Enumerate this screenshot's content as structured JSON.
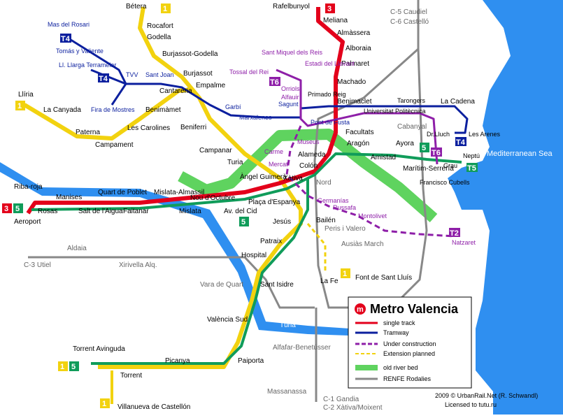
{
  "colors": {
    "sea": "#2f8ff0",
    "river": "#2f8ff0",
    "old_river_bed": "#5fd35f",
    "line1": "#f2d20f",
    "line3": "#e3001b",
    "line5": "#109c5a",
    "tram_t4": "#0b1f9e",
    "tram_t2_t6": "#8e1fa8",
    "renfe": "#888888"
  },
  "legend": {
    "logo": "m",
    "title": "Metro Valencia",
    "items": [
      "single track",
      "Tramway",
      "Under construction",
      "Extension planned",
      "old river bed",
      "RENFE Rodalies"
    ]
  },
  "credits": {
    "line1": "2009 © UrbanRail.Net (R. Schwandl)",
    "line2": "Licensed to tutu.ru"
  },
  "sea_label": "Mediterranean Sea",
  "river_label": "Túria",
  "badges": {
    "b1": "1",
    "b3": "3",
    "b4": "T4",
    "b5": "5",
    "b6": "T6",
    "b2": "T2",
    "b55": "T5"
  },
  "labels": {
    "line1": [
      "Bétera",
      "Rocafort",
      "Godella",
      "Burjassot-Godella",
      "Burjassot",
      "Empalme",
      "Cantareria",
      "Beniferri",
      "Benimàmet",
      "Les Carolines",
      "Campament",
      "Paterna",
      "La Canyada",
      "Llíria",
      "Campanar",
      "Turia",
      "Àngel Guimerà",
      "Xàtiva",
      "Colón",
      "Alameda",
      "Plaça d'Espanya",
      "Jesús",
      "Patraix",
      "Hospital",
      "Sant Isidre",
      "València Sud",
      "Paiporta",
      "Picanya",
      "Torrent",
      "Torrent Avinguda",
      "Villanueva de Castellón",
      "Font de Sant Lluís",
      "La Fe",
      "Ausiàs March",
      "Peris i Valero",
      "Bailén"
    ],
    "line3": [
      "Rafelbunyol",
      "Meliana",
      "Almàssera",
      "Alboraia",
      "Palmaret",
      "Machado",
      "Benimaclet",
      "Facultats",
      "Riba-roja",
      "Manises",
      "Quart de Poblet",
      "Mislata-Almassil",
      "Nou d'Octubre",
      "Rosas",
      "Salt de l'Aigua",
      "Faitanar",
      "Mislata",
      "Av. del Cid",
      "Aeroport"
    ],
    "line5": [
      "Aragón",
      "Amistad",
      "Ayora",
      "Marítim-Serrería",
      "Francisco Cubells",
      "Grau",
      "Neptú"
    ],
    "tram_t4": [
      "Mas del Rosari",
      "Tomás y Valiente",
      "Ll. Llarga Terramelar",
      "Fira de Mostres",
      "TVV",
      "Sant Joan",
      "Garbí",
      "Marxalenes",
      "Sagunt",
      "Universitat Politècnica",
      "Tarongers",
      "La Cadena",
      "Dr.Lluch",
      "Les Arenes",
      "Cabanyal"
    ],
    "tram_t6": [
      "Sant Miquel dels Reis",
      "Estadi del Llevant",
      "Tossal del Rei",
      "Orriols",
      "Alfauir",
      "Primado Reig",
      "Pont de Fusta",
      "Museus",
      "Carme",
      "Mercat",
      "Germanías",
      "Russafa",
      "Montolivet",
      "Natzaret"
    ],
    "renfe": [
      "C-5 Caudiel",
      "C-6 Castelló",
      "Nord",
      "Aldaia",
      "C-3 Utiel",
      "Xirivella Alq.",
      "Vara de Quart",
      "Alfafar-Benetússer",
      "Massanassa",
      "C-1 Gandia",
      "C-2 Xàtiva/Moixent"
    ]
  }
}
